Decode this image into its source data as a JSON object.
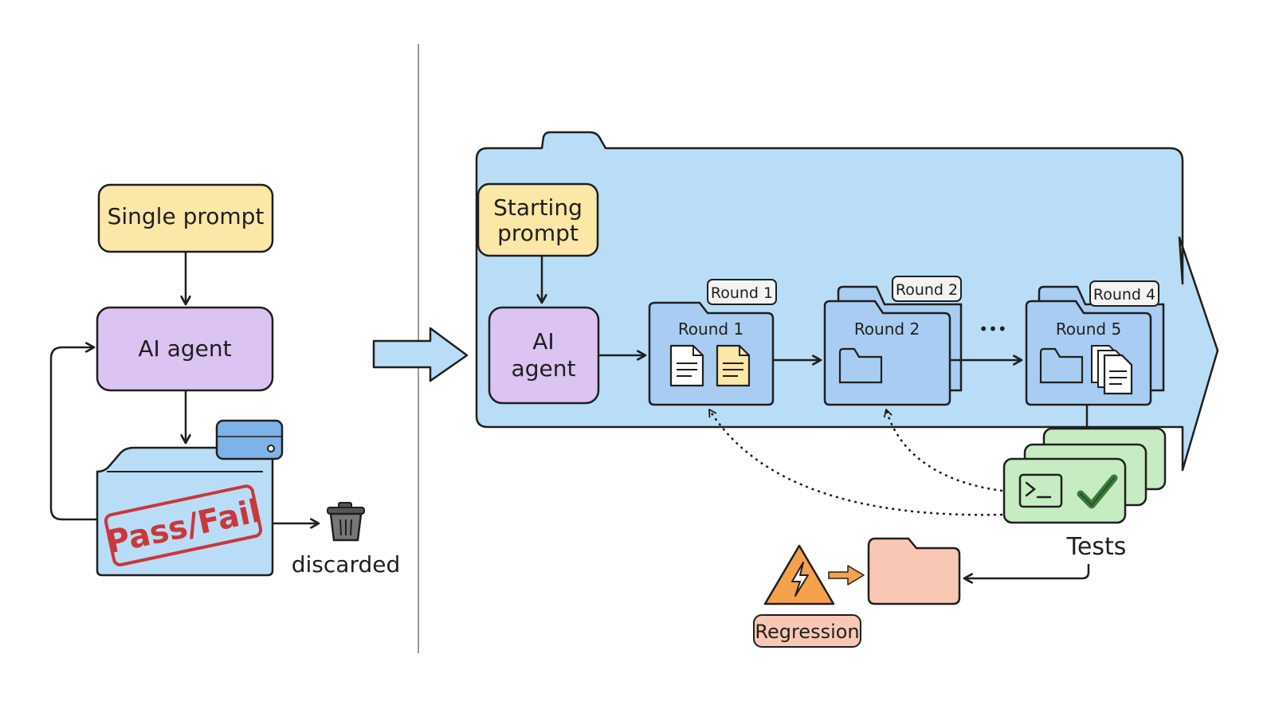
{
  "left_panel": {
    "single_prompt": "Single prompt",
    "ai_agent": "AI agent",
    "stamp": "Pass/Fail",
    "discarded": "discarded"
  },
  "right_panel": {
    "starting_prompt_line1": "Starting",
    "starting_prompt_line2": "prompt",
    "ai_agent_line1": "AI",
    "ai_agent_line2": "agent",
    "rounds": [
      {
        "tab": "Round 1",
        "label": "Round 1"
      },
      {
        "tab": "Round 2",
        "label": "Round 2"
      },
      {
        "tab": "Round 4",
        "label": "Round 5"
      }
    ],
    "ellipsis": "•••",
    "tests": "Tests",
    "regression": "Regression"
  },
  "colors": {
    "yellow": "#fbe7a6",
    "purple": "#dcc4f2",
    "blue_light": "#b9ddf6",
    "blue_folder": "#a9cdf2",
    "green": "#c7ebc2",
    "salmon": "#f9c8b4",
    "orange": "#f5a04a",
    "stamp_red": "#c9383a",
    "stroke": "#1f1f1f"
  }
}
